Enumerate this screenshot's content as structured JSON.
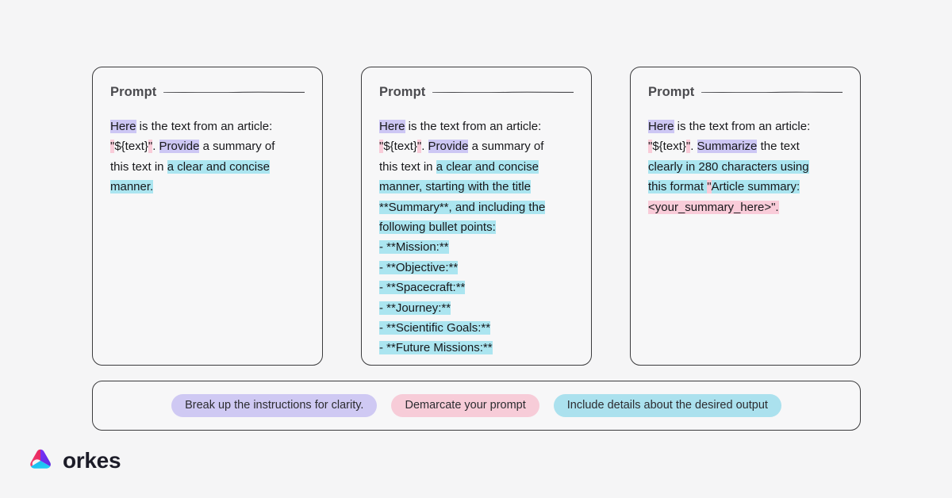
{
  "page": {
    "background_color": "#f5f5f6",
    "colors": {
      "highlight_purple": "#cdc7f4",
      "highlight_pink": "#f9ccd9",
      "highlight_cyan": "#abe5f0",
      "card_border": "#3b3b3d",
      "card_fill": "#f7f7f8",
      "text": "#18181b"
    }
  },
  "cards": [
    {
      "header": "Prompt",
      "lines": [
        [
          {
            "text": "Here",
            "highlight": "purple"
          },
          {
            "text": " is the text from an article:",
            "highlight": "none"
          }
        ],
        [
          {
            "text": "\"",
            "highlight": "pink"
          },
          {
            "text": "${text}",
            "highlight": "none"
          },
          {
            "text": "\"",
            "highlight": "pink"
          },
          {
            "text": ". ",
            "highlight": "none"
          },
          {
            "text": "Provide",
            "highlight": "purple"
          },
          {
            "text": " a summary of",
            "highlight": "none"
          }
        ],
        [
          {
            "text": "this text in ",
            "highlight": "none"
          },
          {
            "text": "a clear and concise",
            "highlight": "cyan"
          }
        ],
        [
          {
            "text": "manner.",
            "highlight": "cyan"
          }
        ]
      ]
    },
    {
      "header": "Prompt",
      "lines": [
        [
          {
            "text": "Here",
            "highlight": "purple"
          },
          {
            "text": " is the text from an article:",
            "highlight": "none"
          }
        ],
        [
          {
            "text": "\"",
            "highlight": "pink"
          },
          {
            "text": "${text}",
            "highlight": "none"
          },
          {
            "text": "\"",
            "highlight": "pink"
          },
          {
            "text": ". ",
            "highlight": "none"
          },
          {
            "text": "Provide",
            "highlight": "purple"
          },
          {
            "text": " a summary of",
            "highlight": "none"
          }
        ],
        [
          {
            "text": "this text in ",
            "highlight": "none"
          },
          {
            "text": "a clear and concise",
            "highlight": "cyan"
          }
        ],
        [
          {
            "text": "manner, starting with the title",
            "highlight": "cyan"
          }
        ],
        [
          {
            "text": "**Summary**, and including the",
            "highlight": "cyan"
          }
        ],
        [
          {
            "text": "following bullet points:",
            "highlight": "cyan"
          }
        ],
        [
          {
            "text": "- **Mission:**",
            "highlight": "cyan"
          }
        ],
        [
          {
            "text": "- **Objective:**",
            "highlight": "cyan"
          }
        ],
        [
          {
            "text": "- **Spacecraft:**",
            "highlight": "cyan"
          }
        ],
        [
          {
            "text": "- **Journey:**",
            "highlight": "cyan"
          }
        ],
        [
          {
            "text": "- **Scientific Goals:**",
            "highlight": "cyan"
          }
        ],
        [
          {
            "text": "- **Future Missions:**",
            "highlight": "cyan"
          }
        ]
      ]
    },
    {
      "header": "Prompt",
      "lines": [
        [
          {
            "text": "Here",
            "highlight": "purple"
          },
          {
            "text": " is the text from an article:",
            "highlight": "none"
          }
        ],
        [
          {
            "text": "\"",
            "highlight": "pink"
          },
          {
            "text": "${text}",
            "highlight": "none"
          },
          {
            "text": "\"",
            "highlight": "pink"
          },
          {
            "text": ". ",
            "highlight": "none"
          },
          {
            "text": "Summarize",
            "highlight": "purple"
          },
          {
            "text": " the text",
            "highlight": "none"
          }
        ],
        [
          {
            "text": "clearly in 280 characters using",
            "highlight": "cyan"
          }
        ],
        [
          {
            "text": "this format ",
            "highlight": "cyan"
          },
          {
            "text": "\"",
            "highlight": "pink"
          },
          {
            "text": "Article summary:",
            "highlight": "cyan"
          }
        ],
        [
          {
            "text": "<your_summary_here>\".",
            "highlight": "pink"
          }
        ]
      ]
    }
  ],
  "legend": {
    "items": [
      {
        "label": "Break up the instructions for clarity.",
        "color": "purple"
      },
      {
        "label": "Demarcate your prompt",
        "color": "pink"
      },
      {
        "label": "Include details about the desired output",
        "color": "cyan"
      }
    ]
  },
  "brand": {
    "name": "orkes",
    "logo_icon": "orkes-swirl-logo-icon"
  }
}
